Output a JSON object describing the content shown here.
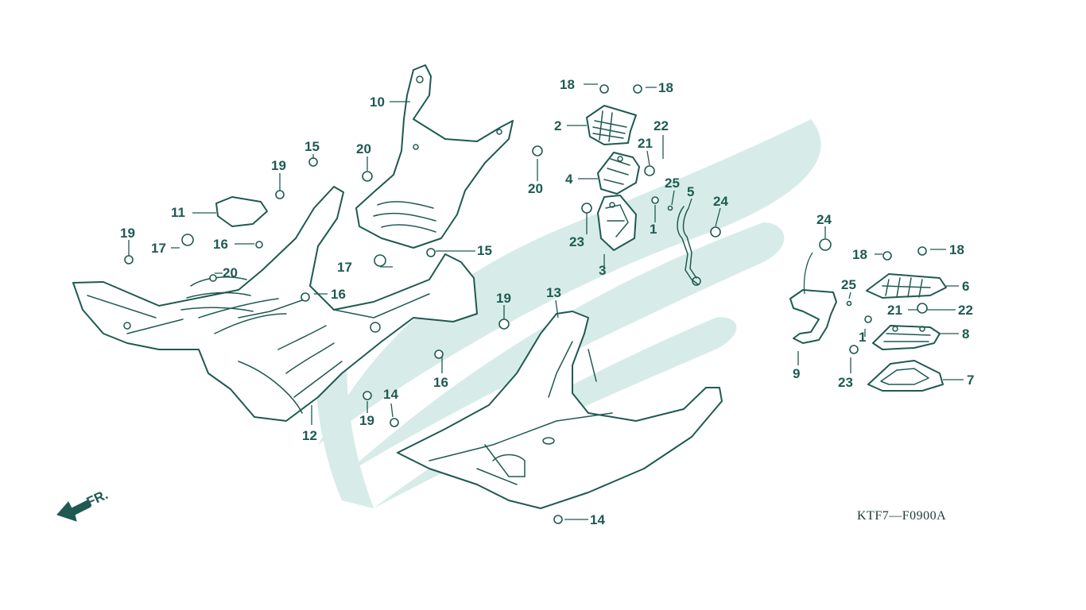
{
  "diagram": {
    "drawing_code": "KTF7—F0900A",
    "direction_label": "FR.",
    "colors": {
      "line": "#1e5a52",
      "watermark": "#d7ece8",
      "background": "#ffffff"
    },
    "callouts": [
      {
        "id": "c1",
        "label": "18"
      },
      {
        "id": "c2",
        "label": "18"
      },
      {
        "id": "c3",
        "label": "2"
      },
      {
        "id": "c4",
        "label": "22"
      },
      {
        "id": "c5",
        "label": "21"
      },
      {
        "id": "c6",
        "label": "4"
      },
      {
        "id": "c7",
        "label": "25"
      },
      {
        "id": "c8",
        "label": "5"
      },
      {
        "id": "c9",
        "label": "24"
      },
      {
        "id": "c10",
        "label": "23"
      },
      {
        "id": "c11",
        "label": "1"
      },
      {
        "id": "c12",
        "label": "3"
      },
      {
        "id": "c13",
        "label": "10"
      },
      {
        "id": "c14",
        "label": "20"
      },
      {
        "id": "c15",
        "label": "20"
      },
      {
        "id": "c16",
        "label": "15"
      },
      {
        "id": "c17",
        "label": "19"
      },
      {
        "id": "c18",
        "label": "11"
      },
      {
        "id": "c19",
        "label": "19"
      },
      {
        "id": "c20",
        "label": "17"
      },
      {
        "id": "c21",
        "label": "16"
      },
      {
        "id": "c22",
        "label": "20"
      },
      {
        "id": "c23",
        "label": "17"
      },
      {
        "id": "c24",
        "label": "15"
      },
      {
        "id": "c25",
        "label": "16"
      },
      {
        "id": "c26",
        "label": "19"
      },
      {
        "id": "c27",
        "label": "13"
      },
      {
        "id": "c28",
        "label": "16"
      },
      {
        "id": "c29",
        "label": "14"
      },
      {
        "id": "c30",
        "label": "19"
      },
      {
        "id": "c31",
        "label": "12"
      },
      {
        "id": "c32",
        "label": "14"
      },
      {
        "id": "c33",
        "label": "24"
      },
      {
        "id": "c34",
        "label": "18"
      },
      {
        "id": "c35",
        "label": "18"
      },
      {
        "id": "c36",
        "label": "25"
      },
      {
        "id": "c37",
        "label": "6"
      },
      {
        "id": "c38",
        "label": "21"
      },
      {
        "id": "c39",
        "label": "22"
      },
      {
        "id": "c40",
        "label": "1"
      },
      {
        "id": "c41",
        "label": "8"
      },
      {
        "id": "c42",
        "label": "9"
      },
      {
        "id": "c43",
        "label": "23"
      },
      {
        "id": "c44",
        "label": "7"
      }
    ]
  }
}
